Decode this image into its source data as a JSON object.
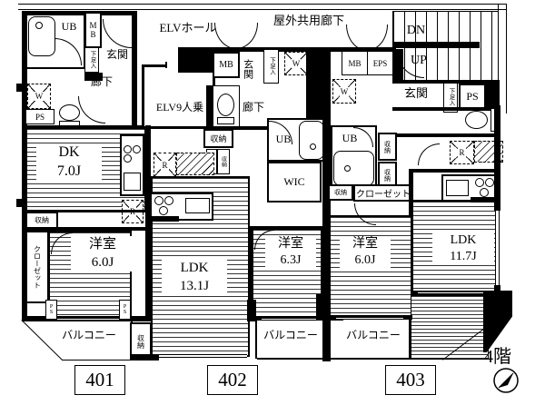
{
  "floor_plan": {
    "floor_label": "4階",
    "common_areas": {
      "outdoor_corridor": "屋外共用廊下",
      "elevator_hall": "ELVホール",
      "elevator": "ELV9人乗",
      "stairs_down": "DN",
      "stairs_up": "UP"
    },
    "equipment_labels": {
      "ub": "UB",
      "mb": "MB",
      "eps": "EPS",
      "ps": "PS",
      "wic": "WIC",
      "genkan": "玄関",
      "hallway": "廊下",
      "shoe_cabinet": "下足入",
      "storage": "収納",
      "closet": "クローゼット",
      "balcony": "バルコニー",
      "washer": "W",
      "refrigerator": "R"
    },
    "units": [
      {
        "number": "401",
        "rooms": [
          {
            "name": "DK",
            "size": "7.0J"
          },
          {
            "name": "洋室",
            "size": "6.0J"
          }
        ]
      },
      {
        "number": "402",
        "rooms": [
          {
            "name": "LDK",
            "size": "13.1J"
          },
          {
            "name": "洋室",
            "size": "6.3J"
          }
        ]
      },
      {
        "number": "403",
        "rooms": [
          {
            "name": "洋室",
            "size": "6.0J"
          },
          {
            "name": "LDK",
            "size": "11.7J"
          }
        ]
      }
    ],
    "icons": {
      "compass": "north-arrow"
    }
  }
}
